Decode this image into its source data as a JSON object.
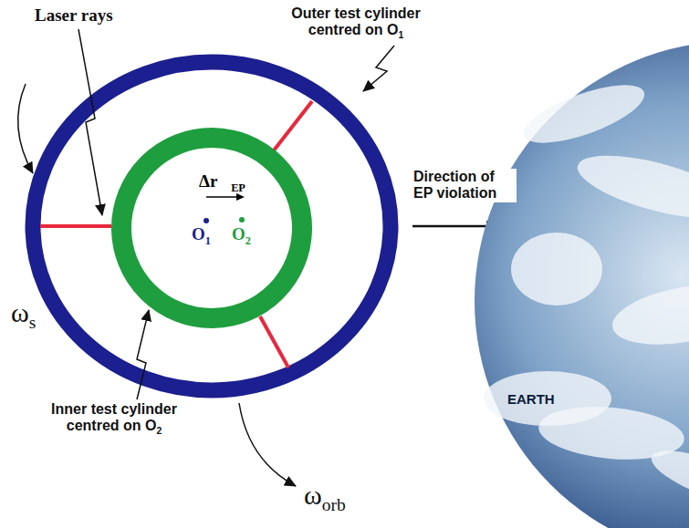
{
  "diagram": {
    "nodes": [
      {
        "text": [
          "Δr⃗EP",
          "O1",
          "O2"
        ]
      },
      {
        "text": [
          "EARTH"
        ]
      }
    ],
    "labels": [
      "Laser rays",
      "Outer test cylinder centred on O1",
      "Direction of EP violation",
      "ωs",
      "Inner test cylinder centred on O2",
      "ωorb"
    ]
  }
}
